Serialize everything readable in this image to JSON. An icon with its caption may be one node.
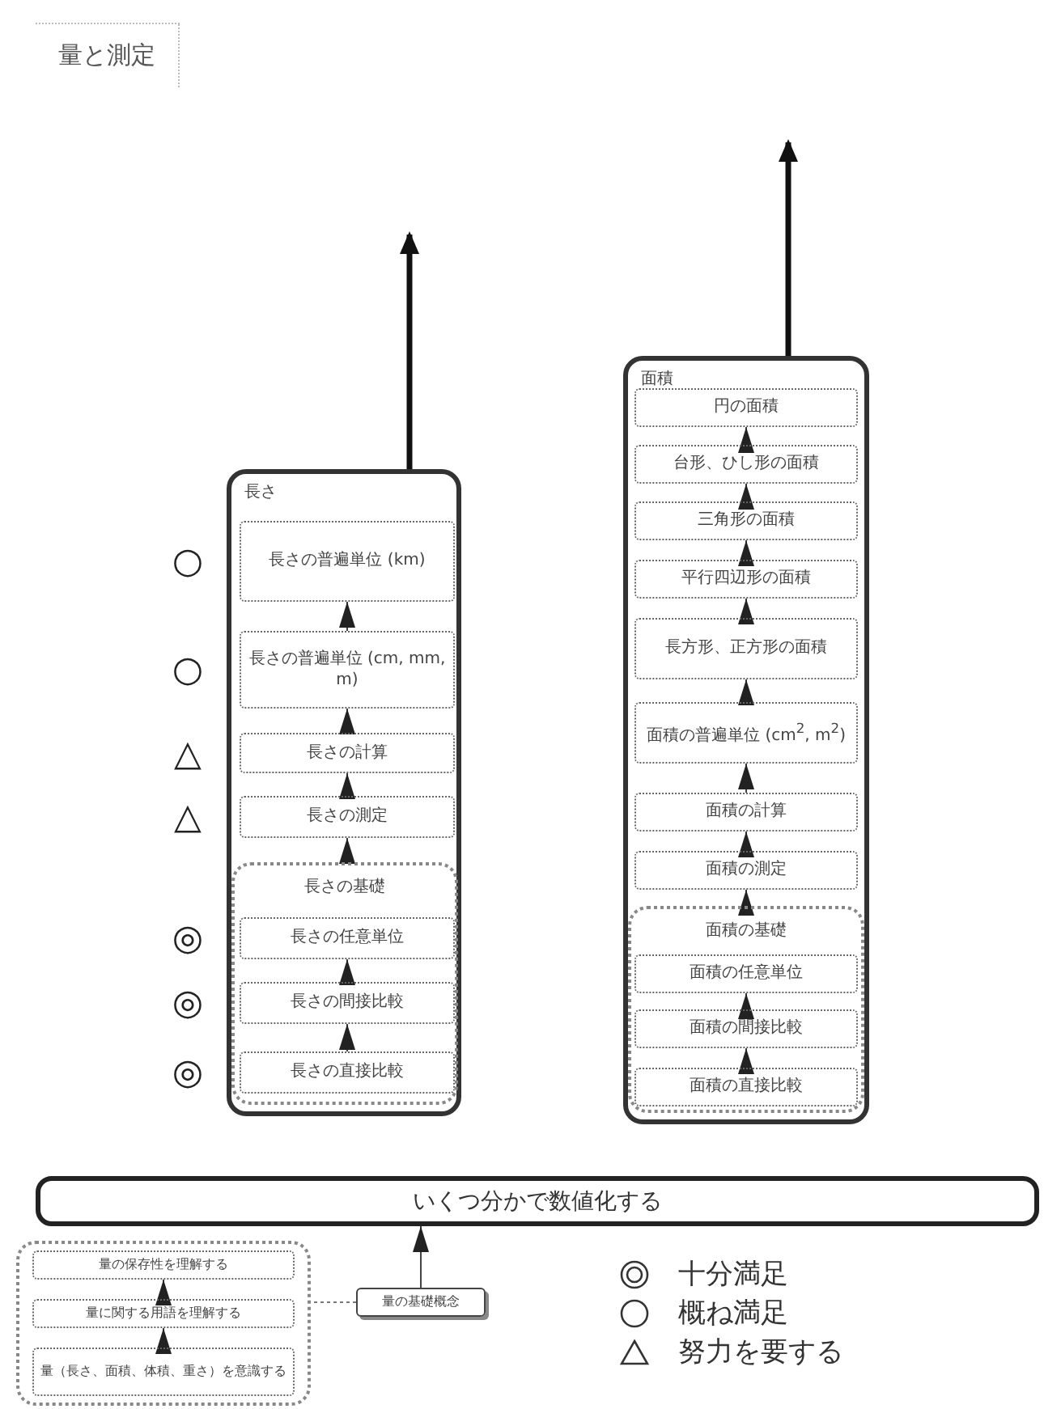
{
  "diagram": {
    "title": "量と測定",
    "nodes": [
      {
        "text": [
          "長さ"
        ]
      },
      {
        "text": [
          "長さの普遍単位 (km)"
        ],
        "in": 0,
        "beside": [
          "○"
        ]
      },
      {
        "text": [
          "長さの普遍単位 (cm, mm, m)"
        ],
        "in": 0,
        "beside": [
          "○"
        ]
      },
      {
        "text": [
          "長さの計算"
        ],
        "in": 0,
        "beside": [
          "△"
        ]
      },
      {
        "text": [
          "長さの測定"
        ],
        "in": 0,
        "beside": [
          "△"
        ]
      },
      {
        "text": [
          "長さの基礎"
        ],
        "in": 0
      },
      {
        "text": [
          "長さの任意単位"
        ],
        "in": 5,
        "beside": [
          "◎"
        ]
      },
      {
        "text": [
          "長さの間接比較"
        ],
        "in": 5,
        "beside": [
          "◎"
        ]
      },
      {
        "text": [
          "長さの直接比較"
        ],
        "in": 5,
        "beside": [
          "◎"
        ]
      },
      {
        "text": [
          "面積"
        ]
      },
      {
        "text": [
          "円の面積"
        ],
        "in": 9
      },
      {
        "text": [
          "台形、ひし形の面積"
        ],
        "in": 9
      },
      {
        "text": [
          "三角形の面積"
        ],
        "in": 9
      },
      {
        "text": [
          "平行四辺形の面積"
        ],
        "in": 9
      },
      {
        "text": [
          "長方形、正方形の面積"
        ],
        "in": 9
      },
      {
        "text": [
          "面積の普遍単位 (cm$^{2}$, m$^{2}$)"
        ],
        "in": 9
      },
      {
        "text": [
          "面積の計算"
        ],
        "in": 9
      },
      {
        "text": [
          "面積の測定"
        ],
        "in": 9
      },
      {
        "text": [
          "面積の基礎"
        ],
        "in": 9
      },
      {
        "text": [
          "面積の任意単位"
        ],
        "in": 18
      },
      {
        "text": [
          "面積の間接比較"
        ],
        "in": 18
      },
      {
        "text": [
          "面積の直接比較"
        ],
        "in": 18
      },
      {
        "text": [
          "いくつ分かで数値化する"
        ]
      },
      {
        "text": [],
        "shape": "box"
      },
      {
        "text": [
          "量の保存性を理解する"
        ],
        "in": 23
      },
      {
        "text": [
          "量に関する用語を理解する"
        ],
        "in": 23
      },
      {
        "text": [
          "量（長さ、面積、体積、重さ）を意識する"
        ],
        "in": 23
      },
      {
        "text": [
          "量の基礎概念"
        ]
      }
    ],
    "edges": [
      {
        "from": 2,
        "to": 1,
        "arrow": "to"
      },
      {
        "from": 3,
        "to": 2,
        "arrow": "to"
      },
      {
        "from": 4,
        "to": 3,
        "arrow": "to"
      },
      {
        "from": 5,
        "to": 4,
        "arrow": "to"
      },
      {
        "from": 8,
        "to": 7,
        "arrow": "to"
      },
      {
        "from": 7,
        "to": 6,
        "arrow": "to"
      },
      {
        "from": 0,
        "to": null,
        "arrow": "to",
        "style": "thick"
      },
      {
        "from": 11,
        "to": 10,
        "arrow": "to"
      },
      {
        "from": 12,
        "to": 11,
        "arrow": "to"
      },
      {
        "from": 13,
        "to": 12,
        "arrow": "to"
      },
      {
        "from": 14,
        "to": 13,
        "arrow": "to"
      },
      {
        "from": 15,
        "to": 14,
        "arrow": "to"
      },
      {
        "from": 16,
        "to": 15,
        "arrow": "to"
      },
      {
        "from": 17,
        "to": 16,
        "arrow": "to"
      },
      {
        "from": 18,
        "to": 17,
        "arrow": "to"
      },
      {
        "from": 21,
        "to": 20,
        "arrow": "to"
      },
      {
        "from": 20,
        "to": 19,
        "arrow": "to"
      },
      {
        "from": 9,
        "to": null,
        "arrow": "to",
        "style": "thick"
      },
      {
        "from": 26,
        "to": 25,
        "arrow": "to"
      },
      {
        "from": 25,
        "to": 24,
        "arrow": "to"
      },
      {
        "from": 27,
        "to": 22,
        "arrow": "to"
      },
      {
        "from": 27,
        "to": 23,
        "arrow": "none",
        "style": "dashed"
      }
    ],
    "legend": [
      {
        "text": "十分満足"
      },
      {
        "text": "概ね満足"
      },
      {
        "text": "努力を要する"
      }
    ]
  }
}
